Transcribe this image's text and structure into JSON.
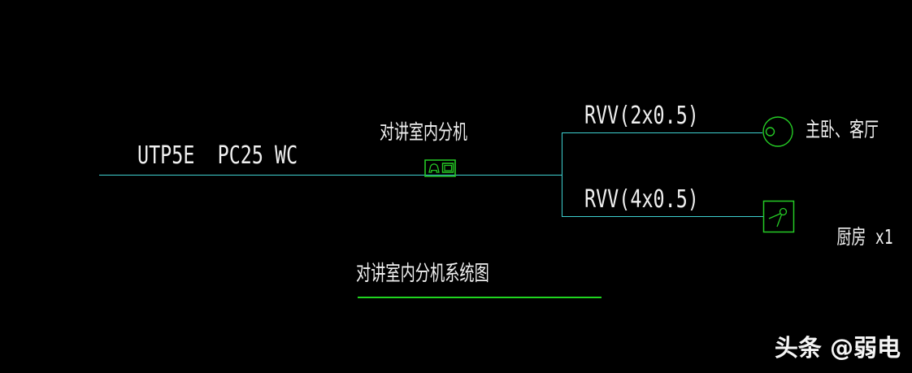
{
  "diagram": {
    "type": "intercom-riser-diagram",
    "background": "#000000",
    "colors": {
      "line_cyan": "#3ecfcf",
      "symbol_green": "#25cb25",
      "underline_green": "#1fd41f",
      "text_white": "#efefef"
    },
    "trunk": {
      "cable_label": "UTP5E  PC25 WC"
    },
    "indoor_unit": {
      "label": "对讲室内分机",
      "symbol": "intercom-indoor-station (handset + monitor in box)"
    },
    "branches": [
      {
        "cable_label": "RVV(2x0.5)",
        "terminal_symbol": "round-speaker-outlet",
        "room_label": "主卧、客厅",
        "count_label": ""
      },
      {
        "cable_label": "RVV(4x0.5)",
        "terminal_symbol": "boxed-handset-outlet",
        "room_label": "厨房",
        "count_label": "x1"
      }
    ],
    "title": "对讲室内分机系统图",
    "watermark": "头条 @弱电"
  }
}
